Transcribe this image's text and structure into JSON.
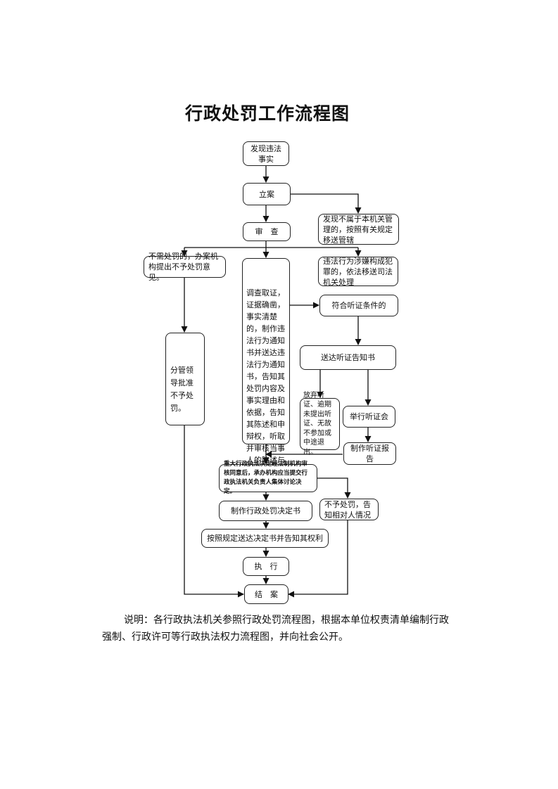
{
  "title": "行政处罚工作流程图",
  "nodes": {
    "discover": "发现违法事实",
    "file_case": "立案",
    "not_jurisdiction": "发现不属于本机关管理的，按照有关规定移送管辖",
    "review": "审　查",
    "no_penalty_opinion": "不需处罚的，办案机构提出不予处罚意见。",
    "criminal_transfer": "违法行为涉嫌构成犯罪的，依法移送司法机关处理",
    "investigate": "调查取证，证据确凿，事实清楚的，制作违法行为通知书并送达违法行为通知书，告知其处罚内容及事实理由和依据，告知其陈述和申辩权，听取并审核当事人的陈述与申辩。",
    "hearing_eligible": "符合听证条件的",
    "hearing_notice": "送达听证告知书",
    "leader_approve": "分管领导批准不予处罚。",
    "waive_hearing": "放弃听证、逾期未提出听证、无故不参加或中途退出。",
    "hold_hearing": "举行听证会",
    "hearing_report": "制作听证报告",
    "major_decision": "重大行政执法决定经法制机构审核同意后，承办机构应当提交行政执法机关负责人集体讨论决定。",
    "make_decision": "制作行政处罚决定书",
    "no_penalty_notify": "不予处罚，告知相对人情况",
    "deliver_decision": "按照规定送达决定书并告知其权利",
    "execute": "执　行",
    "close_case": "结　案"
  },
  "footnote": "说明：各行政执法机关参照行政处罚流程图，根据本单位权责清单编制行政强制、行政许可等行政执法权力流程图，并向社会公开。"
}
